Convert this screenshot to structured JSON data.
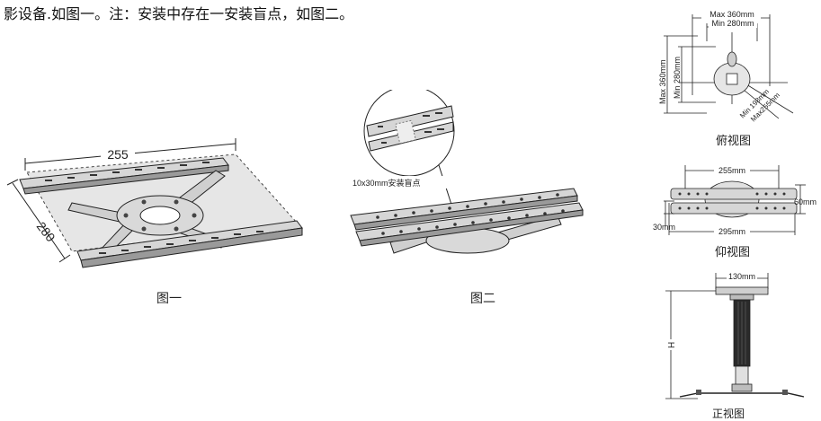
{
  "intro_text": "影设备.如图一。注：安装中存在一安装盲点，如图二。",
  "figure1": {
    "caption": "图一",
    "width_label": "255",
    "depth_label": "280"
  },
  "figure2": {
    "caption": "图二",
    "blind_spot_label": "10x30mm安装盲点"
  },
  "top_view": {
    "caption": "俯视图",
    "max_width": "Max 360mm",
    "min_width": "Min 280mm",
    "max_height": "Max 360mm",
    "min_height": "Min 280mm",
    "min_diag": "Min 198mm",
    "max_diag": "Max255mm"
  },
  "bottom_view": {
    "caption": "仰视图",
    "inner_width": "255mm",
    "outer_width": "295mm",
    "height": "60mm",
    "rail": "30mm"
  },
  "front_view": {
    "caption": "正视图",
    "top_width": "130mm",
    "height_label": "H"
  },
  "colors": {
    "line": "#222222",
    "hatch_area": "#e6e6e6",
    "metal": "#cfcfcf"
  }
}
